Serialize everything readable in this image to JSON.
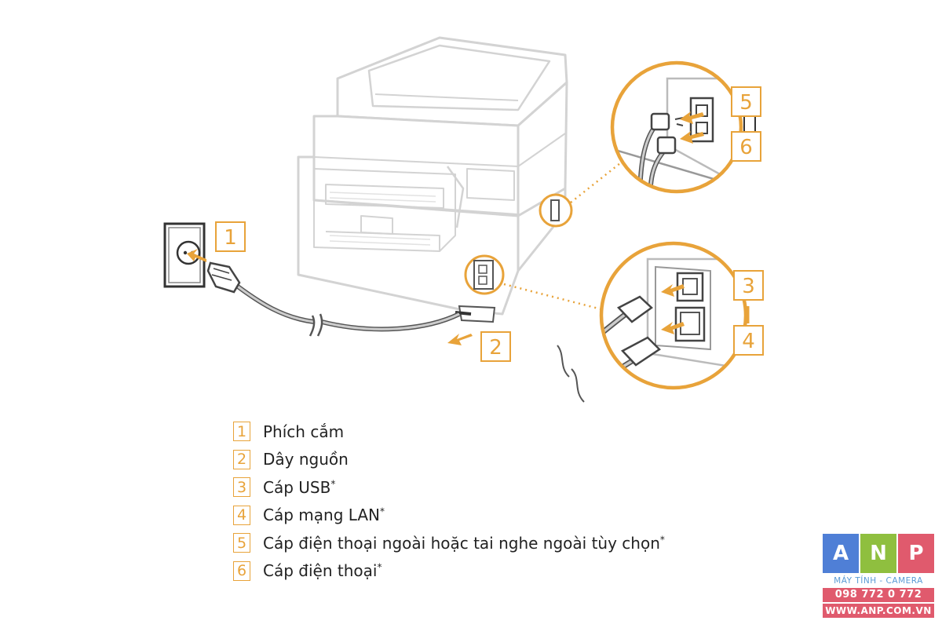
{
  "callouts": [
    "1",
    "2",
    "3",
    "4",
    "5",
    "6"
  ],
  "legend": [
    {
      "num": "1",
      "text": "Phích cắm",
      "star": ""
    },
    {
      "num": "2",
      "text": "Dây nguồn",
      "star": ""
    },
    {
      "num": "3",
      "text": "Cáp USB",
      "star": "*"
    },
    {
      "num": "4",
      "text": "Cáp mạng LAN",
      "star": "*"
    },
    {
      "num": "5",
      "text": "Cáp điện thoại ngoài hoặc tai nghe ngoài tùy chọn",
      "star": "*"
    },
    {
      "num": "6",
      "text": "Cáp điện thoại",
      "star": "*"
    }
  ],
  "logo": {
    "letters": [
      "A",
      "N",
      "P"
    ],
    "tile_colors": [
      "#4f7fd6",
      "#8fbf3f",
      "#e05a6d"
    ],
    "subtitle": "MÁY TÍNH - CAMERA",
    "phone": "098 772 0 772",
    "website": "WWW.ANP.COM.VN"
  },
  "colors": {
    "accent": "#e8a33a",
    "outline": "#cccccc",
    "dark": "#555555"
  }
}
